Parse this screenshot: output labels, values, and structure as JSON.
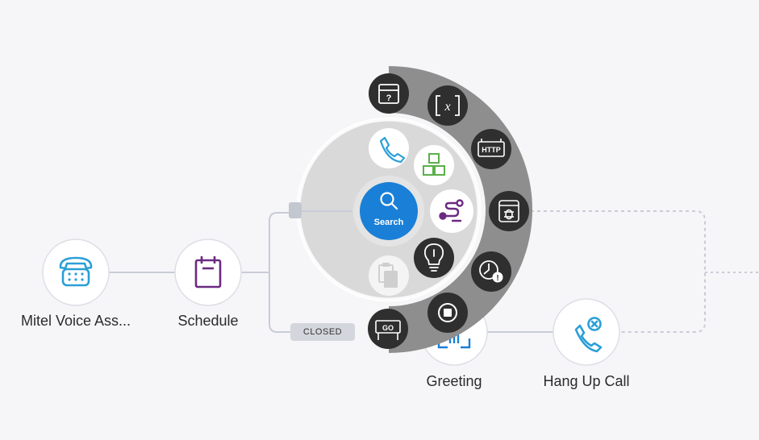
{
  "nodes": {
    "mitel": {
      "label": "Mitel Voice Ass..."
    },
    "schedule": {
      "label": "Schedule"
    },
    "greeting": {
      "label": "Greeting"
    },
    "hangup": {
      "label": "Hang Up Call"
    }
  },
  "branch": {
    "closed_label": "CLOSED"
  },
  "menu": {
    "search_label": "Search",
    "outer_items": [
      {
        "icon": "unknown-box-icon",
        "text": "?"
      },
      {
        "icon": "variable-icon",
        "text": "[x]"
      },
      {
        "icon": "http-request-icon",
        "text": "HTTP"
      },
      {
        "icon": "debug-bug-icon"
      },
      {
        "icon": "timeout-warning-icon",
        "text": "!"
      },
      {
        "icon": "goto-sign-icon",
        "text": "GO"
      }
    ],
    "inner_items": [
      {
        "icon": "phone-icon"
      },
      {
        "icon": "blocks-icon"
      },
      {
        "icon": "route-icon"
      },
      {
        "icon": "lightbulb-icon"
      },
      {
        "icon": "clipboard-icon"
      },
      {
        "icon": "stop-icon"
      }
    ]
  },
  "colors": {
    "accent_blue": "#1a7fd6",
    "phone_teal": "#2a9fd6",
    "schedule_purple": "#6b2a82",
    "green": "#5ab04a",
    "dark_button": "#2f2f2f",
    "outer_ring": "#8e8e8e",
    "inner_disc": "#d9d9d9"
  }
}
